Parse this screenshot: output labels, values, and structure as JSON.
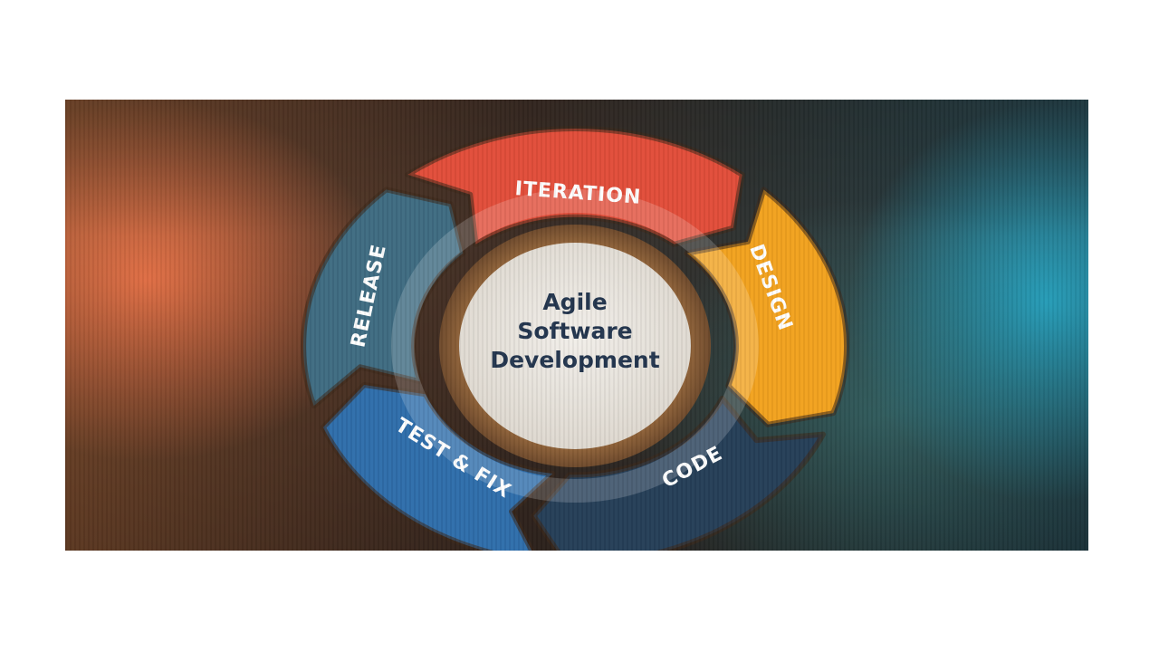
{
  "diagram": {
    "center": {
      "line1": "Agile",
      "line2": "Software",
      "line3": "Development"
    },
    "segments": [
      {
        "id": "iteration",
        "label": "ITERATION",
        "color": "#e24e3a"
      },
      {
        "id": "design",
        "label": "DESIGN",
        "color": "#f2a21f"
      },
      {
        "id": "code",
        "label": "CODE",
        "color": "#263f58"
      },
      {
        "id": "test-fix",
        "label": "TEST & FIX",
        "color": "#2f6eab"
      },
      {
        "id": "release",
        "label": "RELEASE",
        "color": "#3f6c82"
      }
    ],
    "colors": {
      "center_fill": "#e9e5df",
      "center_ring": "#9a6a3c",
      "center_text": "#24364f"
    }
  }
}
